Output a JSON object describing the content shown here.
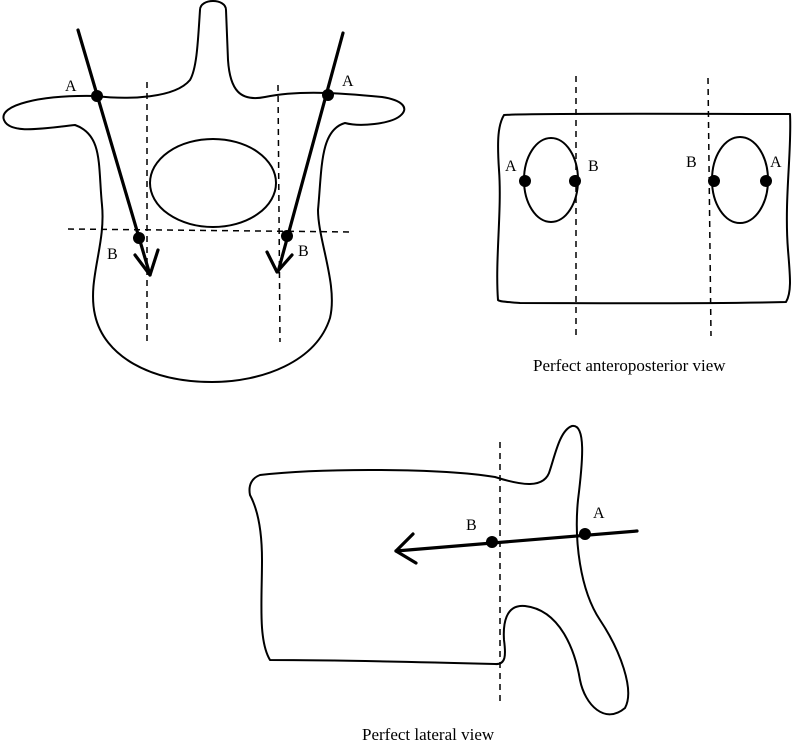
{
  "labels": {
    "point_a": "A",
    "point_b": "B"
  },
  "captions": {
    "ap_view": "Perfect anteroposterior view",
    "lateral_view": "Perfect lateral view"
  }
}
